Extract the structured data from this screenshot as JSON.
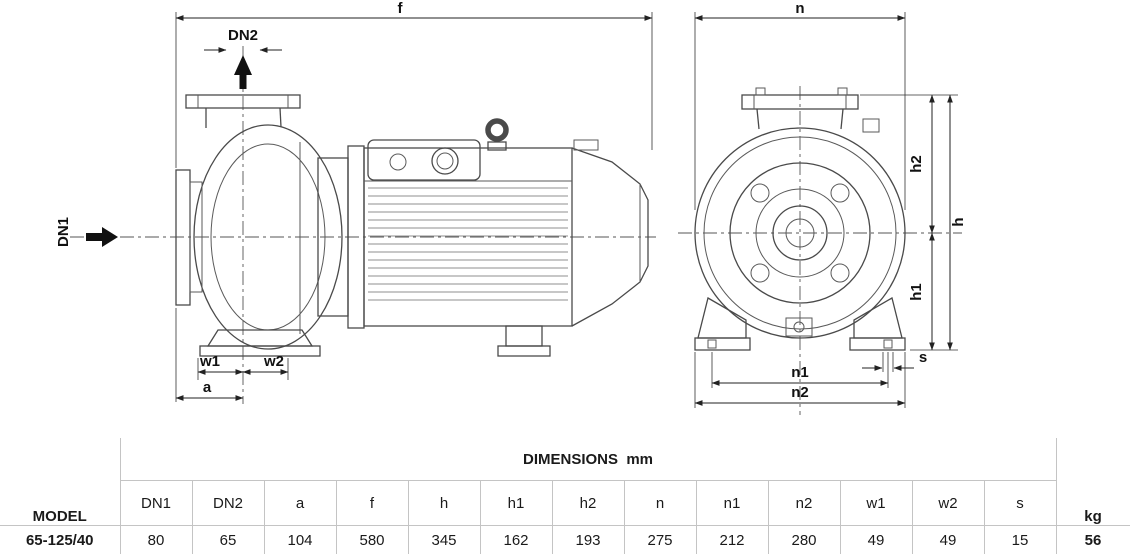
{
  "drawing": {
    "side_view_labels": {
      "f": "f",
      "dn2": "DN2",
      "dn1": "DN1",
      "w1": "w1",
      "w2": "w2",
      "a": "a"
    },
    "front_view_labels": {
      "n": "n",
      "h": "h",
      "h1": "h1",
      "h2": "h2",
      "s": "s",
      "n1": "n1",
      "n2": "n2"
    }
  },
  "table": {
    "dimensions_header": "DIMENSIONS  mm",
    "model_header": "MODEL",
    "kg_header": "kg",
    "columns": [
      "DN1",
      "DN2",
      "a",
      "f",
      "h",
      "h1",
      "h2",
      "n",
      "n1",
      "n2",
      "w1",
      "w2",
      "s"
    ],
    "row": {
      "model": "65-125/40",
      "values": [
        "80",
        "65",
        "104",
        "580",
        "345",
        "162",
        "193",
        "275",
        "212",
        "280",
        "49",
        "49",
        "15"
      ],
      "kg": "56"
    }
  }
}
